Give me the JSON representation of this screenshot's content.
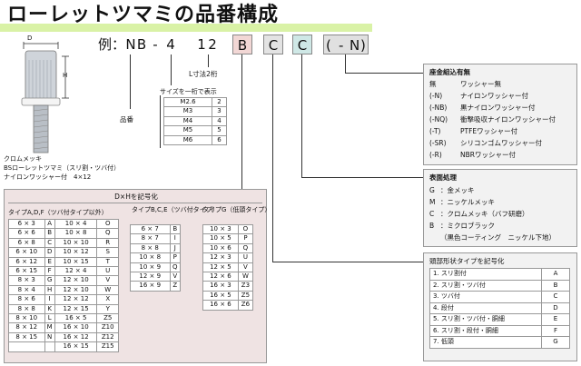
{
  "title": "ローレットツマミの品番構成",
  "product": {
    "dim_d": "D",
    "dim_h": "H",
    "caption": [
      "クロムメッキ",
      "BSローレットツマミ（スリ割・ツバ付）",
      "ナイロンワッシャー付　4×12"
    ]
  },
  "code": {
    "prefix": "例：",
    "chars": [
      "N",
      "B",
      "-",
      "4",
      "1",
      "2",
      "B",
      "C",
      "C",
      "(",
      "-",
      "N",
      ")"
    ],
    "colors": {
      "b": "#f2d7d5",
      "c1": "#e3e3e3",
      "c2": "#cfe8e6",
      "n": "#e0e0e0"
    }
  },
  "labels": {
    "part_no": "品番",
    "l_dim": "L寸法2桁"
  },
  "size_table": {
    "title": "サイズを一桁で表示",
    "rows": [
      [
        "M2.6",
        "2"
      ],
      [
        "M3",
        "3"
      ],
      [
        "M4",
        "4"
      ],
      [
        "M5",
        "5"
      ],
      [
        "M6",
        "6"
      ]
    ]
  },
  "washer": {
    "title": "座金組込有無",
    "items": [
      [
        "無",
        "ワッシャー無"
      ],
      [
        "(-N)",
        "ナイロンワッシャー付"
      ],
      [
        "(-NB)",
        "黒ナイロンワッシャー付"
      ],
      [
        "(-NQ)",
        "衝撃吸収ナイロンワッシャー付"
      ],
      [
        "(-T)",
        "PTFEワッシャー付"
      ],
      [
        "(-SR)",
        "シリコンゴムワッシャー付"
      ],
      [
        "(-R)",
        "NBRワッシャー付"
      ]
    ]
  },
  "surface": {
    "title": "表面処理",
    "items": [
      [
        "G",
        "：金メッキ"
      ],
      [
        "M",
        "：ニッケルメッキ"
      ],
      [
        "C",
        "：クロムメッキ（バフ研磨）"
      ],
      [
        "B",
        "：ミクロブラック"
      ],
      [
        "",
        "（黒色コーティング　ニッケル下地）"
      ]
    ]
  },
  "head": {
    "title": "頭部形状タイプを記号化",
    "rows": [
      [
        "1. スリ割付",
        "A"
      ],
      [
        "2. スリ割・ツバ付",
        "B"
      ],
      [
        "3. ツバ付",
        "C"
      ],
      [
        "4. 段付",
        "D"
      ],
      [
        "5. スリ割・ツバ付・胴細",
        "E"
      ],
      [
        "6. スリ割・段付・胴細",
        "F"
      ],
      [
        "7. 低頭",
        "G"
      ]
    ]
  },
  "dh": {
    "title": "D×Hを記号化",
    "type_a": {
      "title": "タイプA,D,F（ツバ付タイプ以外）",
      "rows": [
        [
          "6 × 3",
          "A",
          "10 × 4",
          "O"
        ],
        [
          "6 × 6",
          "B",
          "10 × 8",
          "Q"
        ],
        [
          "6 × 8",
          "C",
          "10 × 10",
          "R"
        ],
        [
          "6 × 10",
          "D",
          "10 × 12",
          "S"
        ],
        [
          "6 × 12",
          "E",
          "10 × 15",
          "T"
        ],
        [
          "6 × 15",
          "F",
          "12 × 4",
          "U"
        ],
        [
          "8 × 3",
          "G",
          "12 × 10",
          "V"
        ],
        [
          "8 × 4",
          "H",
          "12 × 10",
          "W"
        ],
        [
          "8 × 6",
          "I",
          "12 × 12",
          "X"
        ],
        [
          "8 × 8",
          "K",
          "12 × 15",
          "Y"
        ],
        [
          "8 × 10",
          "L",
          "16 × 5",
          "Z5"
        ],
        [
          "8 × 12",
          "M",
          "16 × 10",
          "Z10"
        ],
        [
          "8 × 15",
          "N",
          "16 × 12",
          "Z12"
        ],
        [
          "",
          "",
          "16 × 15",
          "Z15"
        ]
      ]
    },
    "type_b": {
      "title": "タイプB,C,E（ツバ付タイプ）",
      "rows": [
        [
          "6 × 7",
          "B"
        ],
        [
          "8 × 7",
          "I"
        ],
        [
          "8 × 8",
          "J"
        ],
        [
          "10 × 8",
          "P"
        ],
        [
          "10 × 9",
          "Q"
        ],
        [
          "12 × 9",
          "V"
        ],
        [
          "16 × 9",
          "Z"
        ]
      ]
    },
    "type_g": {
      "title": "タイプG（低頭タイプ）",
      "rows": [
        [
          "10 × 3",
          "O"
        ],
        [
          "10 × 5",
          "P"
        ],
        [
          "10 × 6",
          "Q"
        ],
        [
          "12 × 3",
          "U"
        ],
        [
          "12 × 5",
          "V"
        ],
        [
          "12 × 6",
          "W"
        ],
        [
          "16 × 3",
          "Z3"
        ],
        [
          "16 × 5",
          "Z5"
        ],
        [
          "16 × 6",
          "Z6"
        ]
      ]
    }
  }
}
